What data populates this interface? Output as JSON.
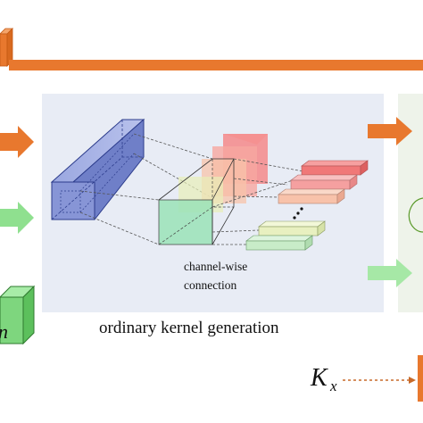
{
  "labels": {
    "channel_wise_line1": "channel-wise",
    "channel_wise_line2": "connection",
    "section_caption": "ordinary kernel generation",
    "kx_main": "K",
    "kx_sub": "x",
    "partial_letter": "n",
    "ellipsis": "⋰"
  },
  "colors": {
    "orange": "#e8782e",
    "green_arrow": "#8fe08f",
    "panel_bg": "#e8ecf5",
    "blue_block": "#7f8fd4",
    "blue_block_edge": "#2c3c8c",
    "green_block": "#9be3b8",
    "green_cube": "#66cc66"
  },
  "bars": [
    {
      "name": "bar-1",
      "color": "#f07878"
    },
    {
      "name": "bar-2",
      "color": "#f5a0a0"
    },
    {
      "name": "bar-3",
      "color": "#f8c2aa"
    },
    {
      "name": "bar-4",
      "color": "#e8f0c0"
    },
    {
      "name": "bar-5",
      "color": "#c8ecc8"
    }
  ]
}
